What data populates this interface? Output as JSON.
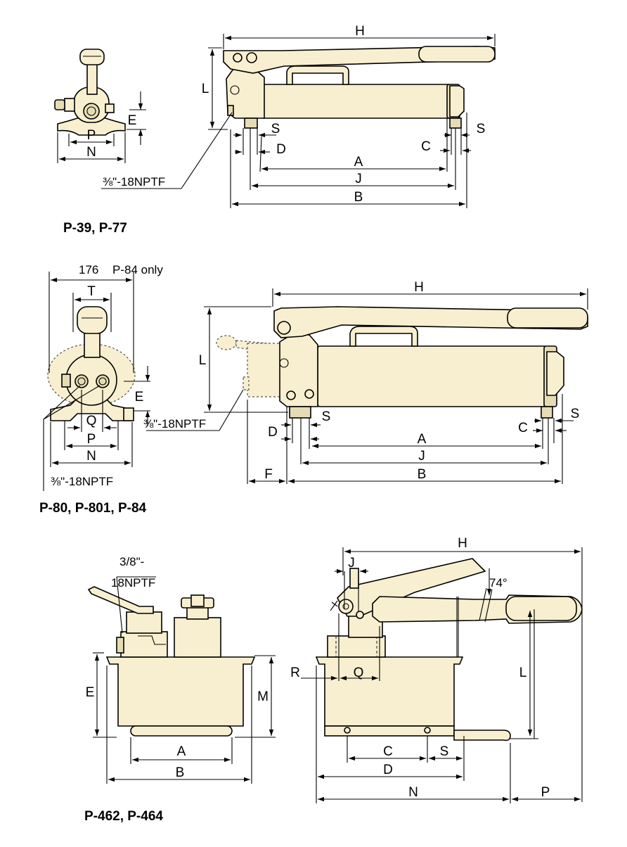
{
  "figures": [
    {
      "caption": "P-39, P-77",
      "port_label": "⅜\"-18NPTF",
      "dims": {
        "H": "H",
        "L": "L",
        "E": "E",
        "P": "P",
        "N": "N",
        "S1": "S",
        "S2": "S",
        "D": "D",
        "C": "C",
        "A": "A",
        "J": "J",
        "B": "B"
      }
    },
    {
      "caption": "P-80, P-801, P-84",
      "width_note_value": "176",
      "width_note_text": "P-84 only",
      "port_label_side": "⅜\"-18NPTF",
      "port_label_front": "⅜\"-18NPTF",
      "dims": {
        "T": "T",
        "E": "E",
        "Q": "Q",
        "P": "P",
        "N": "N",
        "H": "H",
        "L": "L",
        "S1": "S",
        "S2": "S",
        "D": "D",
        "C": "C",
        "A": "A",
        "J": "J",
        "F": "F",
        "B": "B"
      }
    },
    {
      "caption": "P-462, P-464",
      "port_label_line1": "3/8\"-",
      "port_label_line2": "18NPTF",
      "angle": "74°",
      "dims": {
        "E": "E",
        "M": "M",
        "A": "A",
        "B": "B",
        "H": "H",
        "J": "J",
        "R": "R",
        "Q": "Q",
        "L": "L",
        "C": "C",
        "S": "S",
        "D": "D",
        "N": "N",
        "P": "P"
      }
    }
  ],
  "colors": {
    "body_fill": "#f7efcf",
    "line": "#000000"
  }
}
